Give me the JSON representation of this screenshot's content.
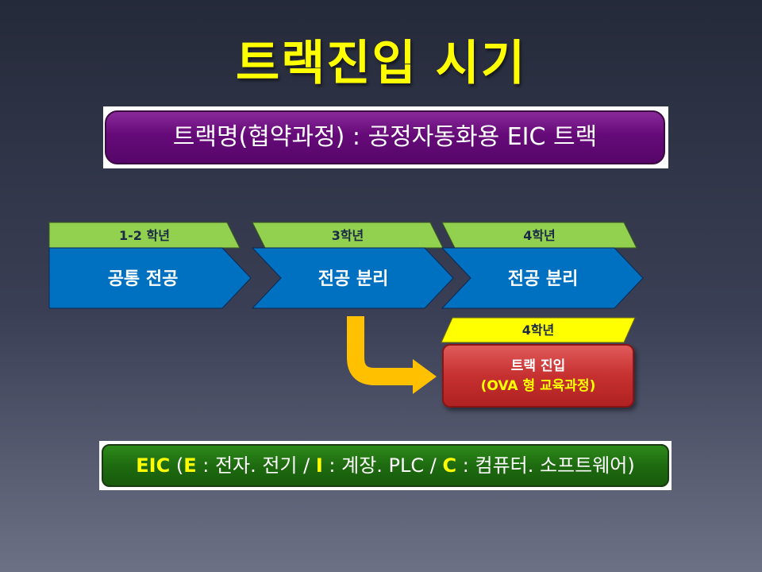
{
  "title": "트랙진입 시기",
  "track_name_banner": "트랙명(협약과정) : 공정자동화용 EIC 트랙",
  "stages": [
    {
      "year_label": "1-2 학년",
      "body_label": "공통 전공"
    },
    {
      "year_label": "3학년",
      "body_label": "전공 분리"
    },
    {
      "year_label": "4학년",
      "body_label": "전공 분리"
    }
  ],
  "track_entry": {
    "year_label": "4학년",
    "line1": "트랙 진입",
    "line2": "(OVA 형 교육과정)"
  },
  "eic_legend": {
    "prefix": "EIC",
    "open_paren": " (",
    "e_letter": "E",
    "e_desc": " : 전자. 전기 / ",
    "i_letter": "I",
    "i_desc": " : 계장. PLC / ",
    "c_letter": "C",
    "c_desc": " : 컴퓨터. 소프트웨어)"
  },
  "colors": {
    "title": "#ffff00",
    "banner_purple": "#650a78",
    "chevron_blue": "#0070c0",
    "tab_green": "#92d050",
    "tab_yellow": "#ffff00",
    "track_red": "#c63030",
    "arrow_orange": "#ffc000",
    "legend_green": "#1e6b10"
  }
}
